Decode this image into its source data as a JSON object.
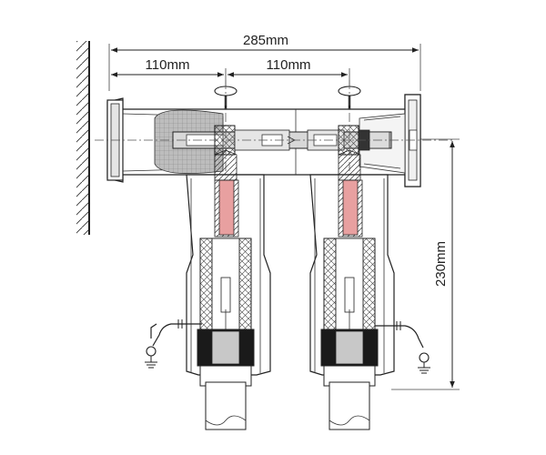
{
  "dimensions": {
    "overall_width": "285mm",
    "left_pitch": "110mm",
    "right_pitch": "110mm",
    "height": "230mm"
  },
  "colors": {
    "line": "#222222",
    "conductor_pink": "#e8a0a0",
    "shade_gray": "#c8c8c8",
    "dark_band": "#1a1a1a"
  }
}
